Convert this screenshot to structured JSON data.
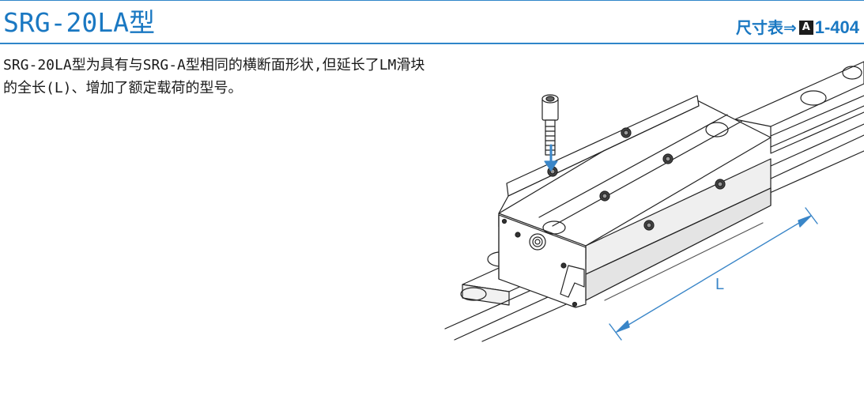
{
  "title": "SRG-20LA型",
  "reference": {
    "prefix": "尺寸表⇒",
    "badge": "A",
    "page": "1-404"
  },
  "description": "SRG-20LA型为具有与SRG-A型相同的横断面形状,但延长了LM滑块的全长(L)、增加了额定载荷的型号。",
  "figure": {
    "dimension_label": "L"
  },
  "colors": {
    "accent": "#1a78c2",
    "rule": "#2f86c9",
    "text": "#1a1a1a",
    "dimension_line": "#3a86c8"
  }
}
